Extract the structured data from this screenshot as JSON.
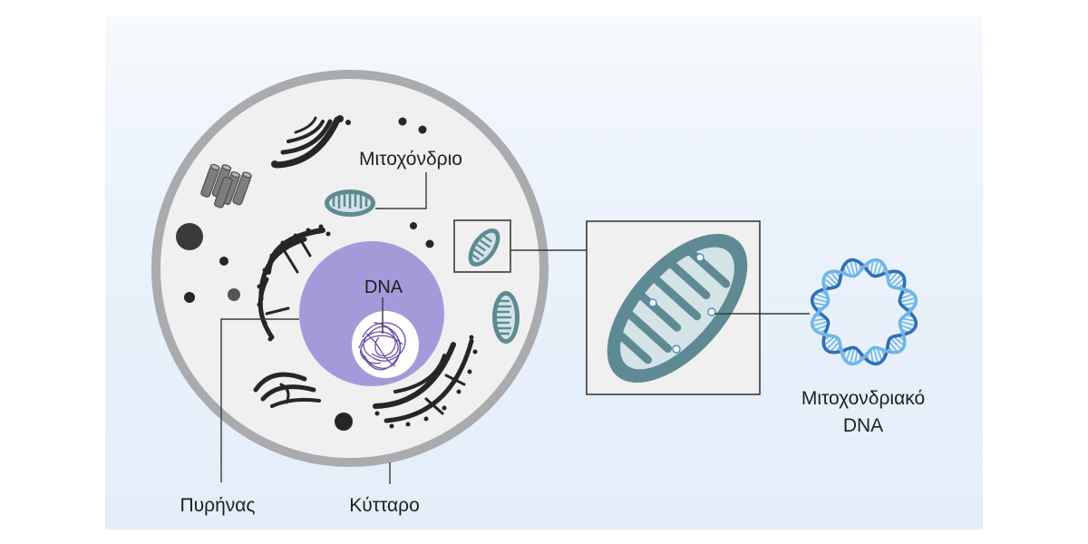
{
  "labels": {
    "mitochondrion": "Μιτοχόνδριο",
    "dna": "DNA",
    "nucleus": "Πυρήνας",
    "cell": "Κύτταρο",
    "mito_dna_line1": "Μιτοχονδριακό",
    "mito_dna_line2": "DNA"
  },
  "colors": {
    "background_panel": "#e8f1fb",
    "cell_membrane": "#a9abae",
    "cytoplasm": "#f0f0f0",
    "nucleus": "#a59ad9",
    "nucleolus": "#ffffff",
    "chromatin": "#6a4fa3",
    "mitochondrion_outer": "#5e8a93",
    "mitochondrion_inner": "#d4e4e6",
    "organelle_dark": "#2b2b2b",
    "dna_helix_dark": "#2f6fb5",
    "dna_helix_light": "#6fb6e8"
  }
}
